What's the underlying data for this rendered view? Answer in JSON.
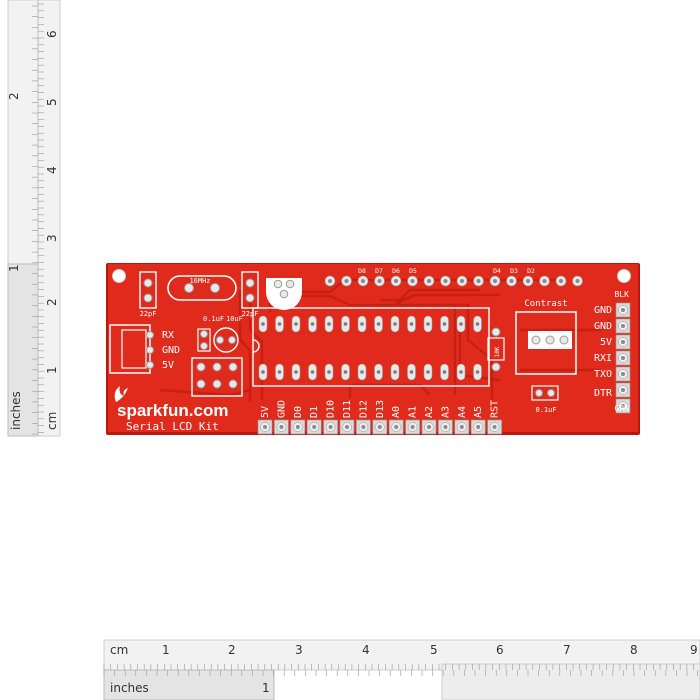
{
  "left_ruler": {
    "inch_numbers": [
      "2",
      "1"
    ],
    "cm_numbers": [
      "6",
      "5",
      "4",
      "3",
      "2",
      "1"
    ],
    "inches_label": "inches",
    "cm_label": "cm"
  },
  "bottom_ruler": {
    "cm_label": "cm",
    "cm_numbers": [
      "1",
      "2",
      "3",
      "4",
      "5",
      "6",
      "7",
      "8",
      "9"
    ],
    "inches_label": "inches",
    "inch_numbers": [
      "1"
    ]
  },
  "board": {
    "logo": "sparkfun.com",
    "name": "Serial LCD Kit",
    "crystal": "16MHz",
    "cap_22pf_left": "22pF",
    "cap_22pf_right": "22pF",
    "cap_01uf": "0.1uF",
    "cap_10uf": "10uF",
    "left_labels": [
      "RX",
      "GND",
      "5V"
    ],
    "top_labels": [
      "D8",
      "D7",
      "D6",
      "D5",
      "D4",
      "D3",
      "D2"
    ],
    "bottom_labels": [
      "5V",
      "GND",
      "D0",
      "D1",
      "D10",
      "D11",
      "D12",
      "D13",
      "A0",
      "A1",
      "A2",
      "A3",
      "A4",
      "A5",
      "RST"
    ],
    "contrast_label": "Contrast",
    "resistor_label": "10K",
    "cap_bottom_right": "0.1uF",
    "right_labels": [
      "BLK",
      "GND",
      "GND",
      "5V",
      "RXI",
      "TXO",
      "DTR",
      "GRN"
    ]
  },
  "colors": {
    "pcb": "#e02a1c",
    "pcb_edge": "#b8180e",
    "silkscreen": "#ffffff",
    "pad": "#e8e8e8"
  }
}
